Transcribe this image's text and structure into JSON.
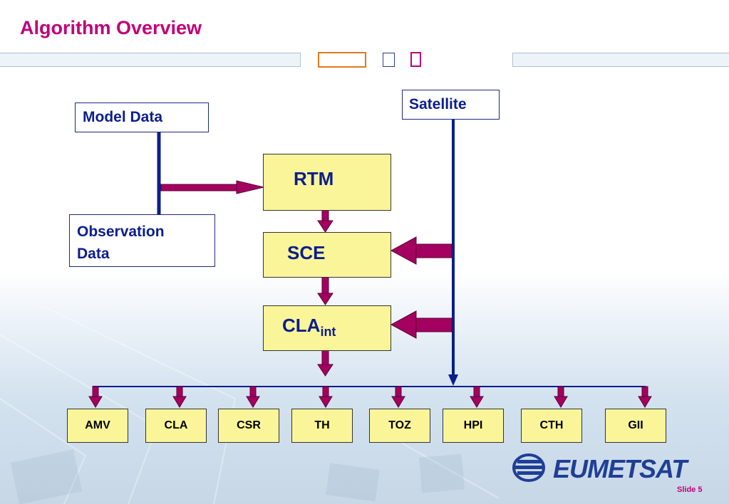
{
  "slide": {
    "title": "Algorithm Overview",
    "slide_number": "Slide 5"
  },
  "inputs": {
    "model_data": "Model Data",
    "observation_data_line1": "Observation",
    "observation_data_line2": "Data",
    "satellite": "Satellite"
  },
  "process": {
    "rtm": "RTM",
    "sce": "SCE",
    "cla_main": "CLA",
    "cla_sub": "int"
  },
  "outputs": [
    "AMV",
    "CLA",
    "CSR",
    "TH",
    "TOZ",
    "HPI",
    "CTH",
    "GII"
  ],
  "brand": {
    "logo_text": "EUMETSAT"
  },
  "colors": {
    "title": "#c0007a",
    "box_text": "#0b1e8c",
    "process_fill": "#fbf59a",
    "arrow": "#a3005f",
    "line": "#0b1e8c"
  }
}
